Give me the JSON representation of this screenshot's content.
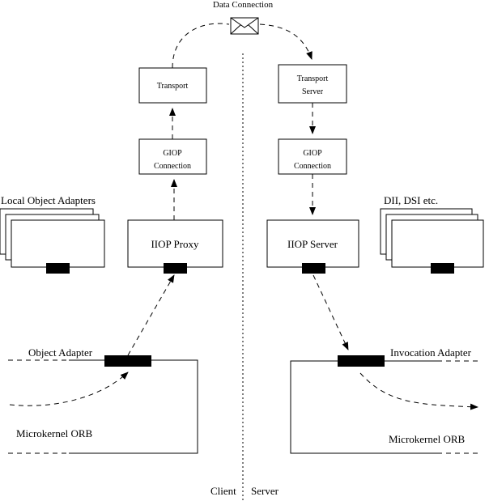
{
  "labels": {
    "data_connection": "Data Connection",
    "transport": "Transport",
    "transport_server_1": "Transport",
    "transport_server_2": "Server",
    "giop_client_1": "GIOP",
    "giop_client_2": "Connection",
    "giop_server_1": "GIOP",
    "giop_server_2": "Connection",
    "local_object_adapters": "Local Object Adapters",
    "dii_dsi": "DII, DSI etc.",
    "iiop_proxy": "IIOP Proxy",
    "iiop_server": "IIOP Server",
    "object_adapter": "Object Adapter",
    "invocation_adapter": "Invocation Adapter",
    "microkernel_client": "Microkernel ORB",
    "microkernel_server": "Microkernel ORB",
    "client": "Client",
    "server": "Server"
  },
  "icons": {
    "envelope": "envelope-icon"
  }
}
